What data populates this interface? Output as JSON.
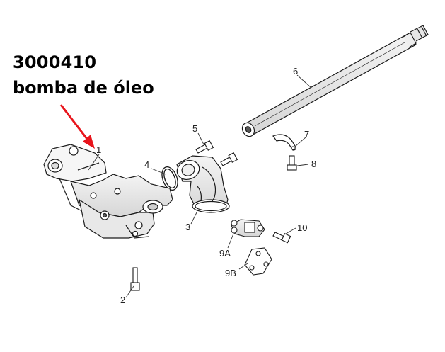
{
  "header": {
    "part_code": "3000410",
    "part_name": "bomba de óleo"
  },
  "callouts": {
    "c1": "1",
    "c2": "2",
    "c3": "3",
    "c4": "4",
    "c5": "5",
    "c6": "6",
    "c7": "7",
    "c8": "8",
    "c9a": "9A",
    "c9b": "9B",
    "c10": "10"
  },
  "colors": {
    "arrow": "#e8141b",
    "line": "#1a1a1a",
    "background": "#ffffff"
  }
}
